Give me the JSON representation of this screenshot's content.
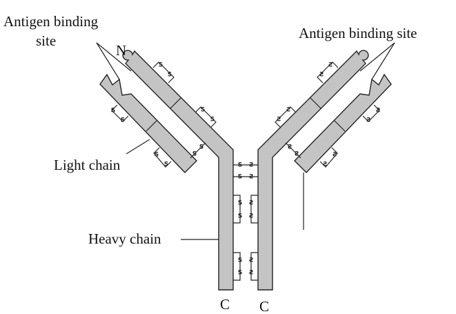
{
  "labels": {
    "antigen_left_line1": "Antigen binding",
    "antigen_left_line2": "site",
    "n_terminus": "N",
    "antigen_right": "Antigen binding site",
    "light_chain": "Light chain",
    "heavy_chain": "Heavy chain",
    "c_left": "C",
    "c_right": "C"
  },
  "bond_label": "S"
}
